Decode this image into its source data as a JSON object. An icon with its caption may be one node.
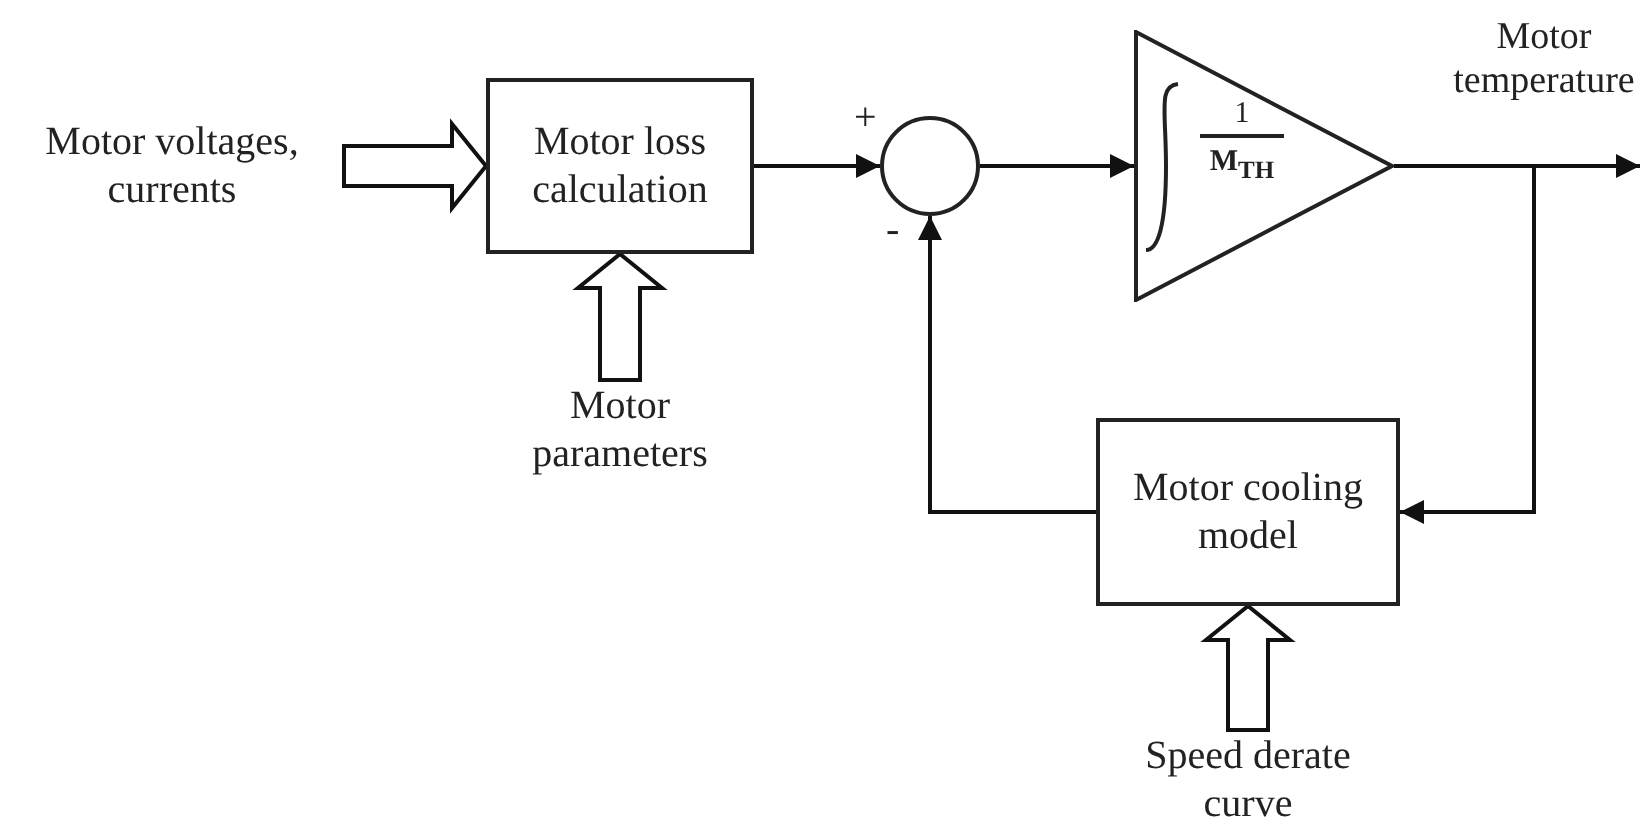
{
  "diagram": {
    "nodes": [
      {
        "text": [
          "Motor voltages, currents"
        ]
      },
      {
        "text": [
          "Motor loss calculation"
        ]
      },
      {
        "text": [
          "Motor parameters"
        ]
      },
      {
        "text": [],
        "shape": "circle"
      },
      {
        "text": [
          "1",
          "M$_{TH}$"
        ]
      },
      {
        "text": [
          "Motor cooling model"
        ]
      },
      {
        "text": [
          "Speed derate curve"
        ]
      }
    ],
    "edges": [
      {
        "from": 0,
        "to": 1,
        "arrow": "to",
        "style": "thick"
      },
      {
        "from": 2,
        "to": 1,
        "arrow": "to",
        "style": "thick"
      },
      {
        "from": 1,
        "to": 3,
        "arrow": "to"
      },
      {
        "from": 3,
        "to": 4,
        "arrow": "to"
      },
      {
        "from": 4,
        "to": null,
        "arrow": "to",
        "label": "Motor temperature"
      },
      {
        "from": 4,
        "to": 5,
        "arrow": "to"
      },
      {
        "from": 5,
        "to": 3,
        "arrow": "to"
      },
      {
        "from": 6,
        "to": 5,
        "arrow": "to",
        "style": "thick"
      }
    ],
    "labels": [
      "+",
      "-"
    ]
  }
}
